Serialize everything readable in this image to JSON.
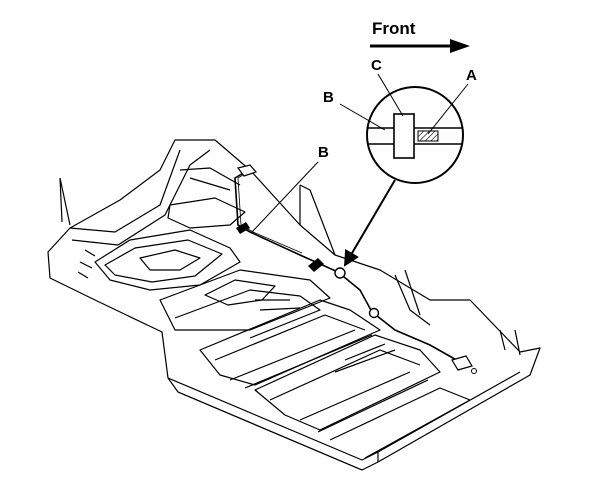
{
  "diagram": {
    "direction_label": "Front",
    "callouts": {
      "a": "A",
      "b_detail": "B",
      "b_main": "B",
      "c": "C"
    }
  }
}
